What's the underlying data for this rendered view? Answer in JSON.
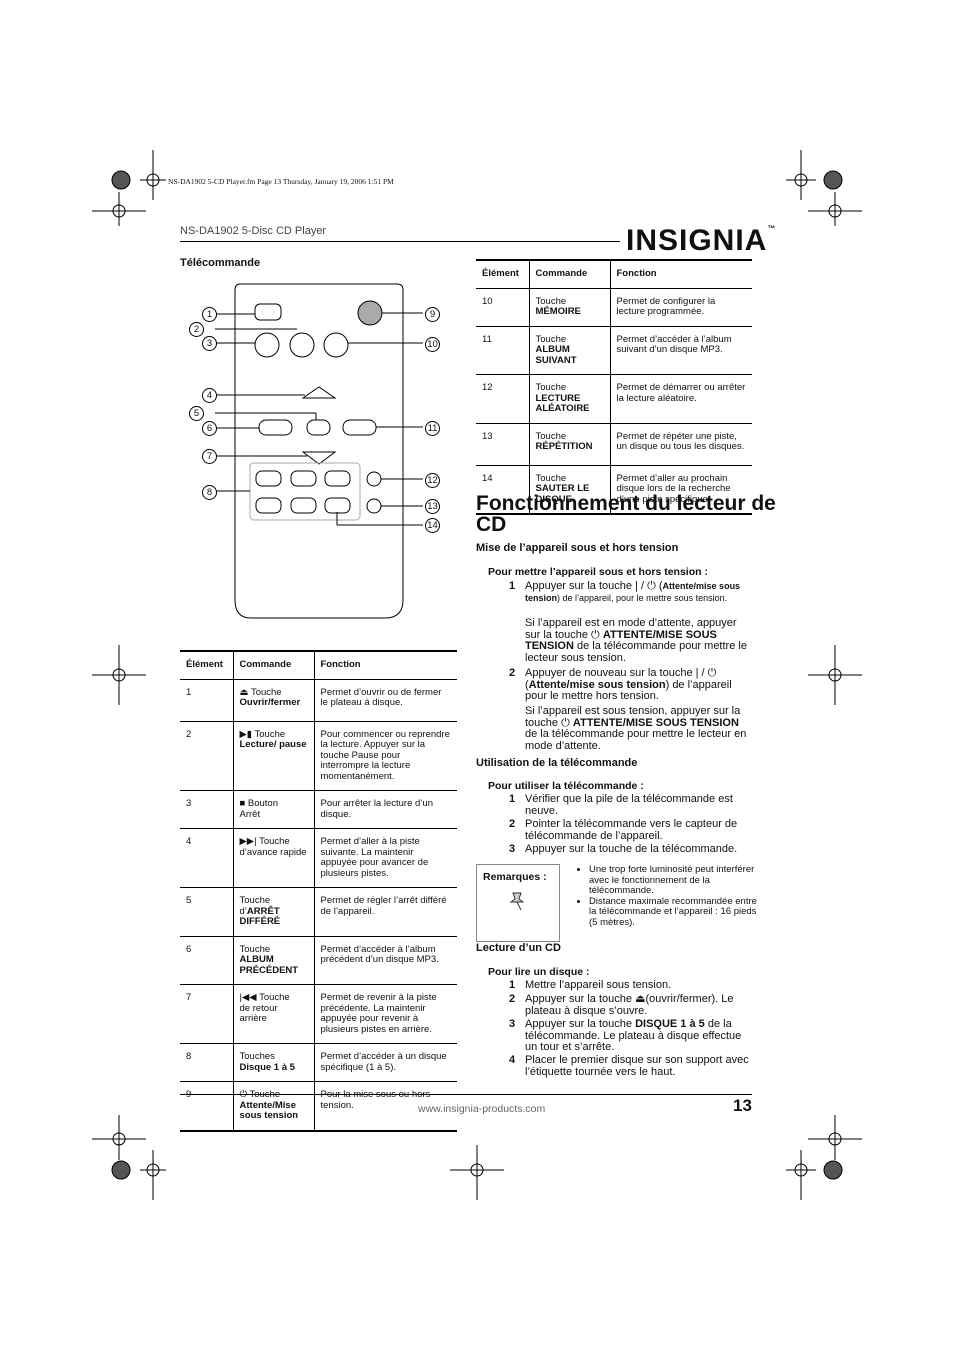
{
  "print_meta": "NS-DA1902 5-CD Player.fm  Page 13  Thursday, January 19, 2006  1:51 PM",
  "header": {
    "doc_title": "NS-DA1902 5-Disc CD Player",
    "logo": "INSIGNIA"
  },
  "remote": {
    "label": "Télécommande",
    "callouts": [
      "1",
      "2",
      "3",
      "4",
      "5",
      "6",
      "7",
      "8",
      "9",
      "10",
      "11",
      "12",
      "13",
      "14"
    ]
  },
  "table_left": {
    "headers": [
      "Élément",
      "Commande",
      "Fonction"
    ],
    "rows": [
      {
        "item": "1",
        "icon": "eject-icon",
        "cmd_pre": "Touche",
        "cmd_bold": "Ouvrir/fermer",
        "func": "Permet d’ouvrir ou de fermer le plateau à disque."
      },
      {
        "item": "2",
        "icon": "play-pause-icon",
        "cmd_pre": "Touche",
        "cmd_bold": "Lecture/ pause",
        "func": "Pour commencer ou reprendre la lecture. Appuyer sur la touche Pause pour interrompre la lecture momentanément."
      },
      {
        "item": "3",
        "icon": "stop-icon",
        "cmd_pre": "Bouton",
        "cmd_bold": "",
        "cmd_post": "Arrêt",
        "func": "Pour arrêter la lecture d’un disque."
      },
      {
        "item": "4",
        "icon": "fast-forward-icon",
        "cmd_pre": "Touche",
        "cmd_bold": "",
        "cmd_post": "d’avance rapide",
        "func": "Permet d’aller à la piste suivante. La maintenir appuyée pour avancer de plusieurs pistes."
      },
      {
        "item": "5",
        "icon": "",
        "cmd_pre": "Touche d’",
        "cmd_bold": "ARRÊT DIFFÉRÉ",
        "func": "Permet de régler l’arrêt différé de l’appareil."
      },
      {
        "item": "6",
        "icon": "",
        "cmd_pre": "Touche",
        "cmd_bold": "ALBUM PRÉCÉDENT",
        "func": "Permet d’accéder à l’album précédent d’un disque MP3."
      },
      {
        "item": "7",
        "icon": "previous-track-icon",
        "cmd_pre": "Touche",
        "cmd_bold": "",
        "cmd_post": "de retour arrière",
        "func": "Permet de revenir à la piste précédente. La maintenir appuyée pour revenir à plusieurs pistes en arrière."
      },
      {
        "item": "8",
        "icon": "",
        "cmd_pre": "Touches",
        "cmd_bold": "Disque 1 à 5",
        "func": "Permet d’accéder à un disque spécifique (1 à 5)."
      },
      {
        "item": "9",
        "icon": "power-icon",
        "cmd_pre": "Touche",
        "cmd_bold": "Attente/Mise sous tension",
        "func": "Pour la mise sous ou hors tension."
      }
    ]
  },
  "table_right": {
    "headers": [
      "Élément",
      "Commande",
      "Fonction"
    ],
    "rows": [
      {
        "item": "10",
        "cmd_pre": "Touche",
        "cmd_bold": "MÉMOIRE",
        "func": "Permet de configurer la lecture programmée."
      },
      {
        "item": "11",
        "cmd_pre": "Touche",
        "cmd_bold": "ALBUM SUIVANT",
        "func": "Permet d’accéder à l’album suivant d’un disque MP3."
      },
      {
        "item": "12",
        "cmd_pre": "Touche",
        "cmd_bold": "LECTURE ALÉATOIRE",
        "func": "Permet de démarrer ou arrêter la lecture aléatoire."
      },
      {
        "item": "13",
        "cmd_pre": "Touche",
        "cmd_bold": "RÉPÉTITION",
        "func": "Permet de répéter une piste, un disque ou tous les disques."
      },
      {
        "item": "14",
        "cmd_pre": "Touche",
        "cmd_bold": "SAUTER LE DISQUE",
        "func": "Permet d’aller au prochain disque lors de la recherche d’une piste spécifique."
      }
    ]
  },
  "main_title": "Fonctionnement du lecteur de CD",
  "power_section": {
    "title": "Mise de l’appareil sous et hors tension",
    "subtitle": "Pour mettre l’appareil sous et hors tension :",
    "s1_num": "1",
    "s1_a": "Appuyer sur la touche",
    "s1_b": "Attente/mise sous tension",
    "s1_c": ") de l’appareil, pour le mettre sous tension.",
    "s1_p2_a": "Si l’appareil est en mode d’attente, appuyer sur la touche",
    "s1_p2_b": "ATTENTE/MISE SOUS TENSION",
    "s1_p2_c": "de la télécommande pour mettre le lecteur sous tension.",
    "s2_num": "2",
    "s2_a": "Appuyer de nouveau sur la touche",
    "s2_b": "Attente/mise sous tension",
    "s2_c": ") de l’appareil pour le mettre hors tension.",
    "s2_p2_a": "Si l’appareil est sous tension, appuyer sur la touche",
    "s2_p2_b": "ATTENTE/MISE SOUS TENSION",
    "s2_p2_c": "de la télécommande pour mettre le lecteur en mode d’attente."
  },
  "remote_section": {
    "title": "Utilisation de la télécommande",
    "subtitle": "Pour utiliser la télécommande :",
    "steps": [
      {
        "num": "1",
        "text": "Vérifier que la pile de la télécommande est neuve."
      },
      {
        "num": "2",
        "text": "Pointer la télécommande vers le capteur de télécommande de l’appareil."
      },
      {
        "num": "3",
        "text": "Appuyer sur la touche de la télécommande."
      }
    ]
  },
  "remarks": {
    "label": "Remarques :",
    "icon": "pushpin-icon",
    "items": [
      "Une trop forte luminosité peut interférer avec le fonctionnement de la télécommande.",
      "Distance maximale recommandée entre la télécommande et l’appareil : 16 pieds (5 mètres)."
    ]
  },
  "cd_section": {
    "title": "Lecture d’un CD",
    "subtitle": "Pour lire un disque :",
    "s1_num": "1",
    "s1": "Mettre l’appareil sous tension.",
    "s2_num": "2",
    "s2_a": "Appuyer sur la touche",
    "s2_b": "(ouvrir/fermer). Le plateau à disque s’ouvre.",
    "s3_num": "3",
    "s3_a": "Appuyer sur la touche",
    "s3_b": "DISQUE 1 à 5",
    "s3_c": "de la télécommande. Le plateau à disque effectue un tour et s’arrête.",
    "s4_num": "4",
    "s4": "Placer le premier disque sur son support avec l’étiquette tournée vers le haut."
  },
  "footer": {
    "url": "www.insignia-products.com",
    "page": "13"
  }
}
